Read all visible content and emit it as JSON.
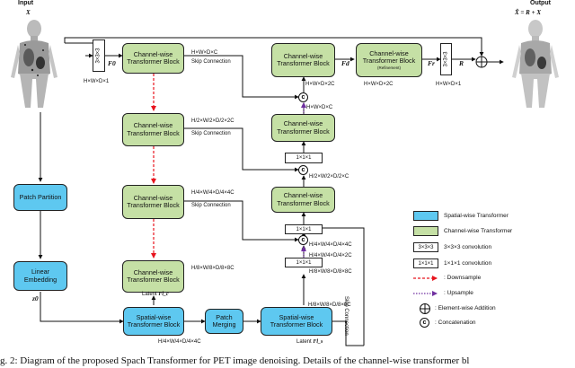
{
  "input": {
    "title": "Input",
    "symbol": "X"
  },
  "output": {
    "title": "Output",
    "formula": "X̂ = R + X"
  },
  "blocks": {
    "cwtb": "Channel-wise Transformer Block",
    "swtb": "Spatial-wise Transformer Block",
    "patch_partition": "Patch Partition",
    "linear_embedding": "Linear Embedding",
    "patch_merging": "Patch Merging",
    "refinement": "(Refinement)"
  },
  "convs": {
    "c333": "3×3×3",
    "c111": "1×1×1"
  },
  "symbols": {
    "F0": "F0",
    "Fd": "Fd",
    "Fr": "Fr",
    "R": "R",
    "z0": "z0",
    "Flc": "Fl_c",
    "Fls": "Fl_s",
    "latent": "Latent"
  },
  "dims": {
    "hwd1_in": "H×W×D×1",
    "hwdc_top": "H×W×D×C",
    "hwd2c_a": "H×W×D×2C",
    "hwd2c_b": "H×W×D×2C",
    "hwd1_out": "H×W×D×1",
    "hwdc_up": "H×W×D×C",
    "d2_2c": "H/2×W/2×D/2×2C",
    "d2_c": "H/2×W/2×D/2×C",
    "d4_4c": "H/4×W/4×D/4×4C",
    "d4_4c_up": "H/4×W/4×D/4×4C",
    "d4_2c": "H/4×W/4×D/4×2C",
    "d8_8c": "H/8×W/8×D/8×8C",
    "d8_8c_up": "H/8×W/8×D/8×8C",
    "d8_8c_s": "H/8×W/8×D/8×8C",
    "d4_4c_s": "H/4×W/4×D/4×4C"
  },
  "skip": "Skip Connection",
  "legend": {
    "spatial": "Spatial-wise Transformer",
    "channel": "Channel-wise Transformer",
    "conv333": "3×3×3 convolution",
    "conv111": "1×1×1 convolution",
    "downsample": "Downsample",
    "upsample": "Upsample",
    "addition": "Element-wise Addition",
    "concat": "Concatenation"
  },
  "colors": {
    "green": "#c5e0a5",
    "blue": "#5ec8f0",
    "down": "#e8141e",
    "up": "#7030a0"
  },
  "caption": "g. 2: Diagram of the proposed Spach Transformer for PET image denoising. Details of the channel-wise transformer bl"
}
